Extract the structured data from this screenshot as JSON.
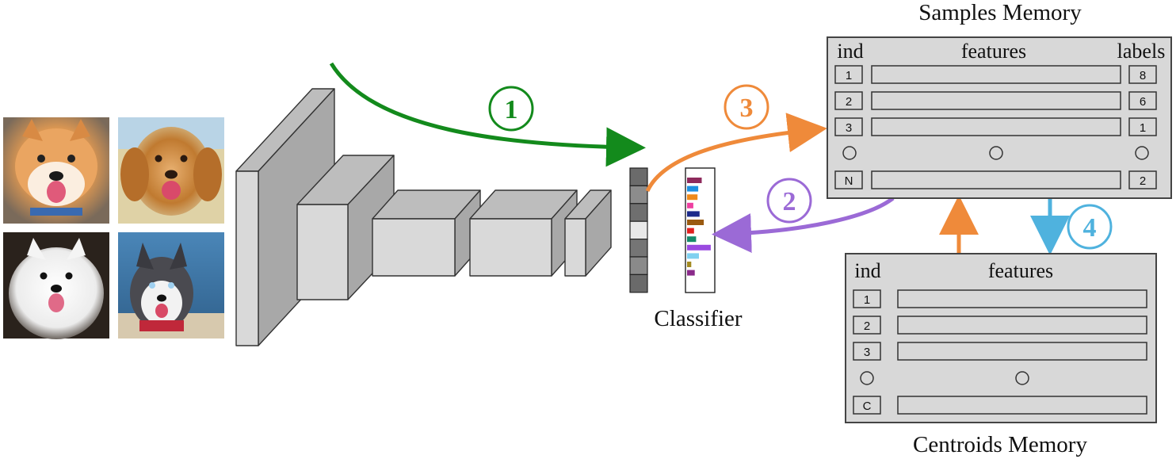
{
  "colors": {
    "step1": "#138a1c",
    "step2": "#9b6ad6",
    "step3": "#ef8a3a",
    "step4": "#4fb2de",
    "memory_fill": "#d8d8d8",
    "cnn_front": "#d9d9d9",
    "cnn_top": "#bdbdbd",
    "cnn_side": "#a8a8a8"
  },
  "images": {
    "photos": [
      {
        "name": "shiba-photo",
        "icon": "dog-photo"
      },
      {
        "name": "golden-retriever-photo",
        "icon": "dog-photo"
      },
      {
        "name": "samoyed-photo",
        "icon": "dog-photo"
      },
      {
        "name": "husky-photo",
        "icon": "dog-photo"
      }
    ]
  },
  "steps": {
    "s1": "1",
    "s2": "2",
    "s3": "3",
    "s4": "4"
  },
  "classifier": {
    "label": "Classifier",
    "feature_cells": [
      "#6b6b6b",
      "#8c8c8c",
      "#6f6f6f",
      "#e8e8e8",
      "#757575",
      "#8a8a8a",
      "#6a6a6a"
    ],
    "prob_bars": [
      {
        "color": "#8e2a5c",
        "value": 0.42
      },
      {
        "color": "#1e90e0",
        "value": 0.32
      },
      {
        "color": "#ef8a1a",
        "value": 0.3
      },
      {
        "color": "#ee3fa0",
        "value": 0.18
      },
      {
        "color": "#1c2a8a",
        "value": 0.36
      },
      {
        "color": "#9a5a10",
        "value": 0.48
      },
      {
        "color": "#e02020",
        "value": 0.2
      },
      {
        "color": "#158a6a",
        "value": 0.26
      },
      {
        "color": "#9a4ae0",
        "value": 0.68
      },
      {
        "color": "#7fd0f0",
        "value": 0.34
      },
      {
        "color": "#a38a20",
        "value": 0.12
      },
      {
        "color": "#8a2a8a",
        "value": 0.22
      }
    ]
  },
  "samples_memory": {
    "title": "Samples Memory",
    "col_ind": "ind",
    "col_features": "features",
    "col_labels": "labels",
    "rows": [
      {
        "ind": "1",
        "label": "8"
      },
      {
        "ind": "2",
        "label": "6"
      },
      {
        "ind": "3",
        "label": "1"
      },
      {
        "ind": "N",
        "label": "2"
      }
    ]
  },
  "centroids_memory": {
    "title": "Centroids Memory",
    "col_ind": "ind",
    "col_features": "features",
    "rows": [
      {
        "ind": "1"
      },
      {
        "ind": "2"
      },
      {
        "ind": "3"
      },
      {
        "ind": "C"
      }
    ]
  }
}
